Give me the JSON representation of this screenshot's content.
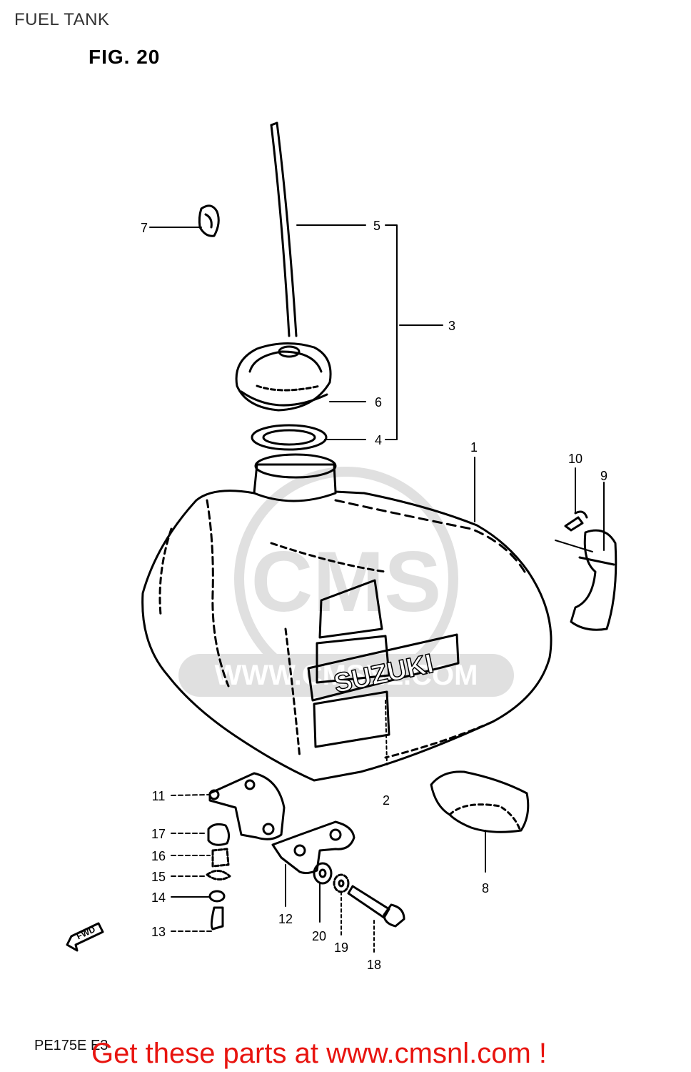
{
  "header": {
    "title": "FUEL TANK"
  },
  "figure": {
    "label": "FIG. 20"
  },
  "tank": {
    "brand": "SUZUKI"
  },
  "watermark": {
    "text_top": "CMS",
    "text_bottom": "WWW.CMSNL.COM"
  },
  "callouts": [
    "1",
    "2",
    "3",
    "4",
    "5",
    "6",
    "7",
    "8",
    "9",
    "10",
    "11",
    "12",
    "13",
    "14",
    "15",
    "16",
    "17",
    "18",
    "19",
    "20"
  ],
  "fwd_label": "FWD",
  "footer": {
    "model_code": "PE175E E3",
    "link_text": "Get these parts at www.cmsnl.com !"
  }
}
